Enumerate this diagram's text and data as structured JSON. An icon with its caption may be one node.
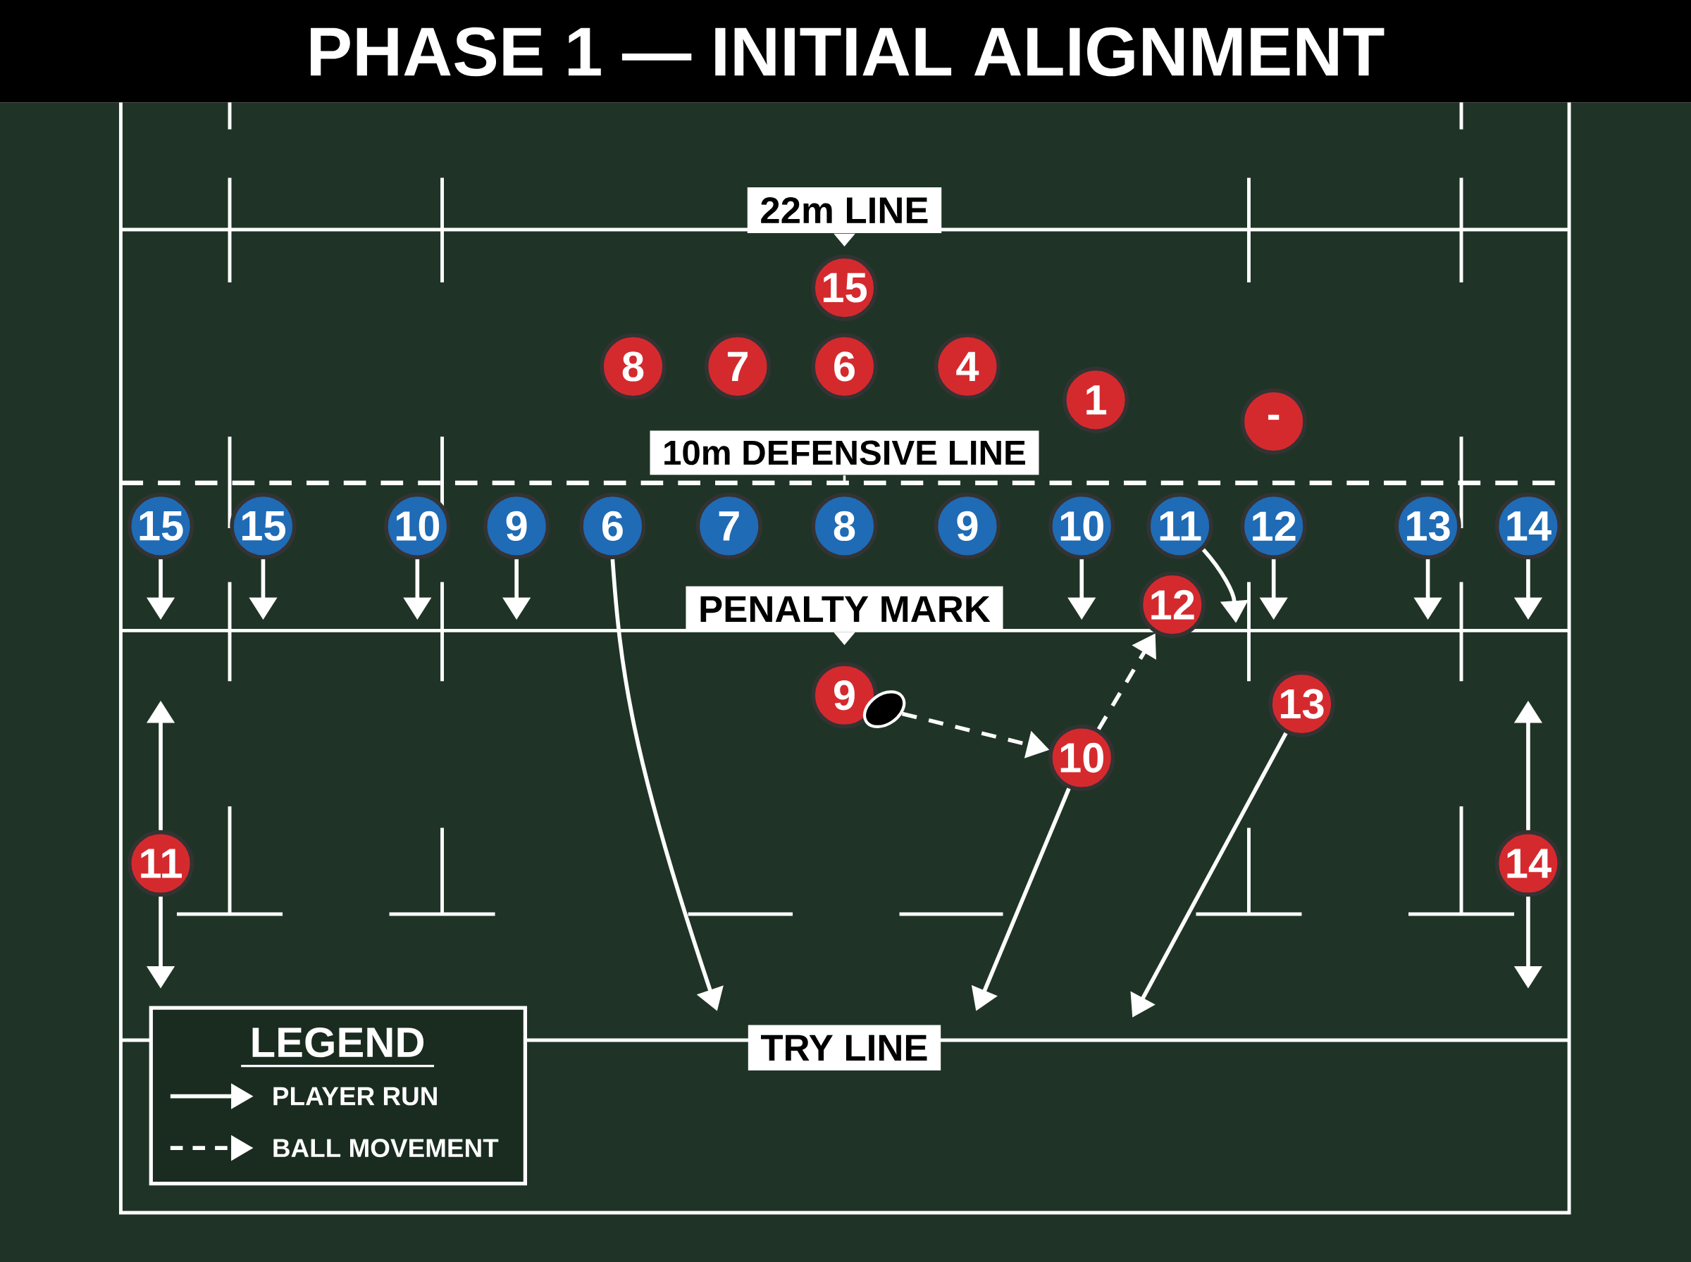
{
  "diagram": {
    "title": "PHASE 1 — INITIAL ALIGNMENT",
    "nodes": [
      {
        "text": [
          "22m LINE"
        ]
      },
      {
        "text": [
          "15"
        ]
      },
      {
        "text": [
          "8"
        ]
      },
      {
        "text": [
          "7"
        ]
      },
      {
        "text": [
          "6"
        ]
      },
      {
        "text": [
          "4"
        ]
      },
      {
        "text": [
          "1"
        ]
      },
      {
        "text": [
          "-"
        ]
      },
      {
        "text": [
          "10m DEFENSIVE LINE"
        ]
      },
      {
        "text": [
          "15"
        ]
      },
      {
        "text": [
          "15"
        ]
      },
      {
        "text": [
          "10"
        ]
      },
      {
        "text": [
          "9"
        ]
      },
      {
        "text": [
          "6"
        ]
      },
      {
        "text": [
          "7"
        ]
      },
      {
        "text": [
          "8"
        ]
      },
      {
        "text": [
          "9"
        ]
      },
      {
        "text": [
          "10"
        ]
      },
      {
        "text": [
          "11"
        ]
      },
      {
        "text": [
          "12"
        ]
      },
      {
        "text": [
          "13"
        ]
      },
      {
        "text": [
          "14"
        ]
      },
      {
        "text": [
          "12"
        ]
      },
      {
        "text": [
          "PENALTY MARK"
        ]
      },
      {
        "text": [
          "9"
        ]
      },
      {
        "text": [],
        "shape": "ball"
      },
      {
        "text": [
          "13"
        ]
      },
      {
        "text": [
          "10"
        ]
      },
      {
        "text": [
          "11"
        ]
      },
      {
        "text": [
          "14"
        ]
      },
      {
        "text": [
          "TRY LINE"
        ]
      }
    ],
    "edges": [
      {
        "from": 9,
        "to": null,
        "arrow": "to"
      },
      {
        "from": 10,
        "to": null,
        "arrow": "to"
      },
      {
        "from": 11,
        "to": null,
        "arrow": "to"
      },
      {
        "from": 12,
        "to": null,
        "arrow": "to"
      },
      {
        "from": 13,
        "to": null,
        "arrow": "to"
      },
      {
        "from": 17,
        "to": null,
        "arrow": "to"
      },
      {
        "from": 18,
        "to": null,
        "arrow": "to"
      },
      {
        "from": 19,
        "to": null,
        "arrow": "to"
      },
      {
        "from": 20,
        "to": null,
        "arrow": "to"
      },
      {
        "from": 21,
        "to": null,
        "arrow": "to"
      },
      {
        "from": 25,
        "to": 27,
        "arrow": "to",
        "style": "dashed"
      },
      {
        "from": 27,
        "to": 22,
        "arrow": "to",
        "style": "dashed"
      },
      {
        "from": 27,
        "to": null,
        "arrow": "to"
      },
      {
        "from": 26,
        "to": null,
        "arrow": "to"
      },
      {
        "from": 28,
        "to": null,
        "arrow": "to"
      },
      {
        "from": 28,
        "to": null,
        "arrow": "to"
      },
      {
        "from": 29,
        "to": null,
        "arrow": "to"
      },
      {
        "from": 29,
        "to": null,
        "arrow": "to"
      }
    ],
    "labels": [
      "LEGEND"
    ],
    "legend": [
      {
        "text": "PLAYER RUN"
      },
      {
        "text": "BALL MOVEMENT"
      }
    ]
  }
}
